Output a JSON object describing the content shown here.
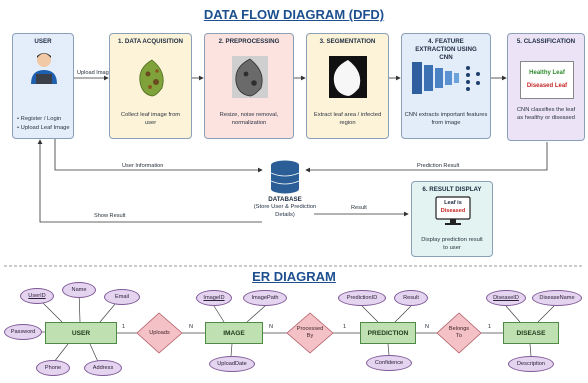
{
  "dfd": {
    "title": "DATA FLOW DIAGRAM (DFD)",
    "user": {
      "head": "USER",
      "bullets": [
        "• Register / Login",
        "• Upload Leaf Image"
      ]
    },
    "upload_label": "Upload Image",
    "steps": [
      {
        "head": "1. DATA ACQUISITION",
        "desc": "Collect leaf image from user"
      },
      {
        "head": "2. PREPROCESSING",
        "desc": "Resize, noise removal, normalization"
      },
      {
        "head": "3. SEGMENTATION",
        "desc": "Extract leaf area / infected region"
      },
      {
        "head": "4. FEATURE EXTRACTION USING CNN",
        "desc": "CNN extracts important features from image"
      },
      {
        "head": "5. CLASSIFICATION",
        "desc": "CNN classifies the leaf as healthy or diseased",
        "healthy": "Healthy Leaf",
        "diseased": "Diseased Leaf"
      }
    ],
    "user_info": "User Information",
    "prediction_result": "Prediction Result",
    "show_result": "Show Result",
    "result_label": "Result",
    "database": {
      "head": "DATABASE",
      "desc": "(Store User & Prediction Details)"
    },
    "result_display": {
      "head": "6. RESULT DISPLAY",
      "screen1": "Leaf is",
      "screen2": "Diseased",
      "desc": "Display prediction result to user"
    }
  },
  "er": {
    "title": "ER DIAGRAM",
    "entities": {
      "user": "USER",
      "image": "IMAGE",
      "prediction": "PREDICTION",
      "disease": "DISEASE"
    },
    "relations": {
      "uploads": "Uploads",
      "processed_by_1": "Processed",
      "processed_by_2": "By",
      "belongs_to_1": "Belongs",
      "belongs_to_2": "To"
    },
    "cardinality": {
      "c1": "1",
      "c2": "N",
      "c3": "N",
      "c4": "1",
      "c5": "N",
      "c6": "1"
    },
    "attributes": {
      "user_id": "UserID",
      "name": "Name",
      "email": "Email",
      "password": "Password",
      "phone": "Phone",
      "address": "Address",
      "image_id": "ImageID",
      "image_path": "ImagePath",
      "upload_date": "UploadDate",
      "prediction_id": "PredictionID",
      "result": "Result",
      "confidence": "Confidence",
      "disease_id": "DiseaseID",
      "disease_name": "DiseaseName",
      "description": "Description"
    }
  },
  "colors": {
    "title": "#1d4f8f",
    "entity": "#bfe0b0",
    "relation": "#f4c2c6",
    "attribute": "#e5d4ef"
  }
}
